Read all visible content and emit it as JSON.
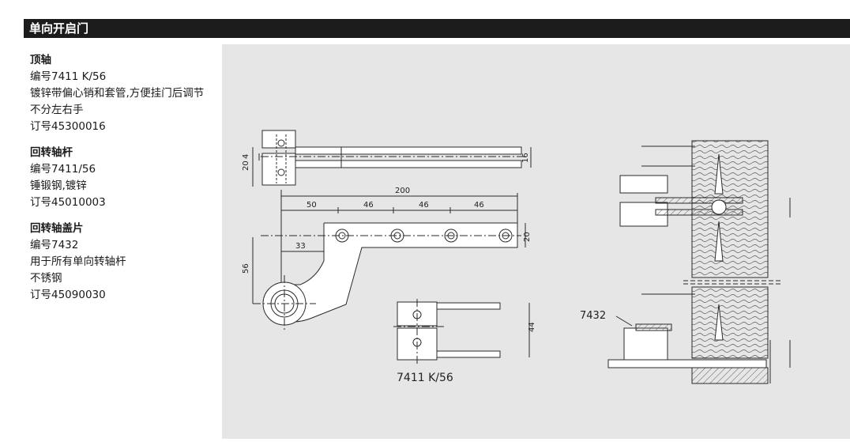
{
  "header": {
    "title": "单向开启门"
  },
  "sections": [
    {
      "title": "顶轴",
      "lines": [
        "编号7411 K/56",
        "镀锌带偏心销和套管,方便挂门后调节",
        "不分左右手",
        "订号45300016"
      ]
    },
    {
      "title": "回转轴杆",
      "lines": [
        "编号7411/56",
        "锤锻钢,镀锌",
        "订号45010003"
      ]
    },
    {
      "title": "回转轴盖片",
      "lines": [
        "编号7432",
        "用于所有单向转轴杆",
        "不锈钢",
        "订号45090030"
      ]
    }
  ],
  "drawing": {
    "dims": {
      "d20a": "20",
      "d4": "4",
      "d16": "16",
      "d200": "200",
      "d50": "50",
      "d46a": "46",
      "d46b": "46",
      "d46c": "46",
      "d20b": "20",
      "d33": "33",
      "d56": "56",
      "d44": "44"
    },
    "caption": "7411 K/56",
    "callout": "7432"
  }
}
